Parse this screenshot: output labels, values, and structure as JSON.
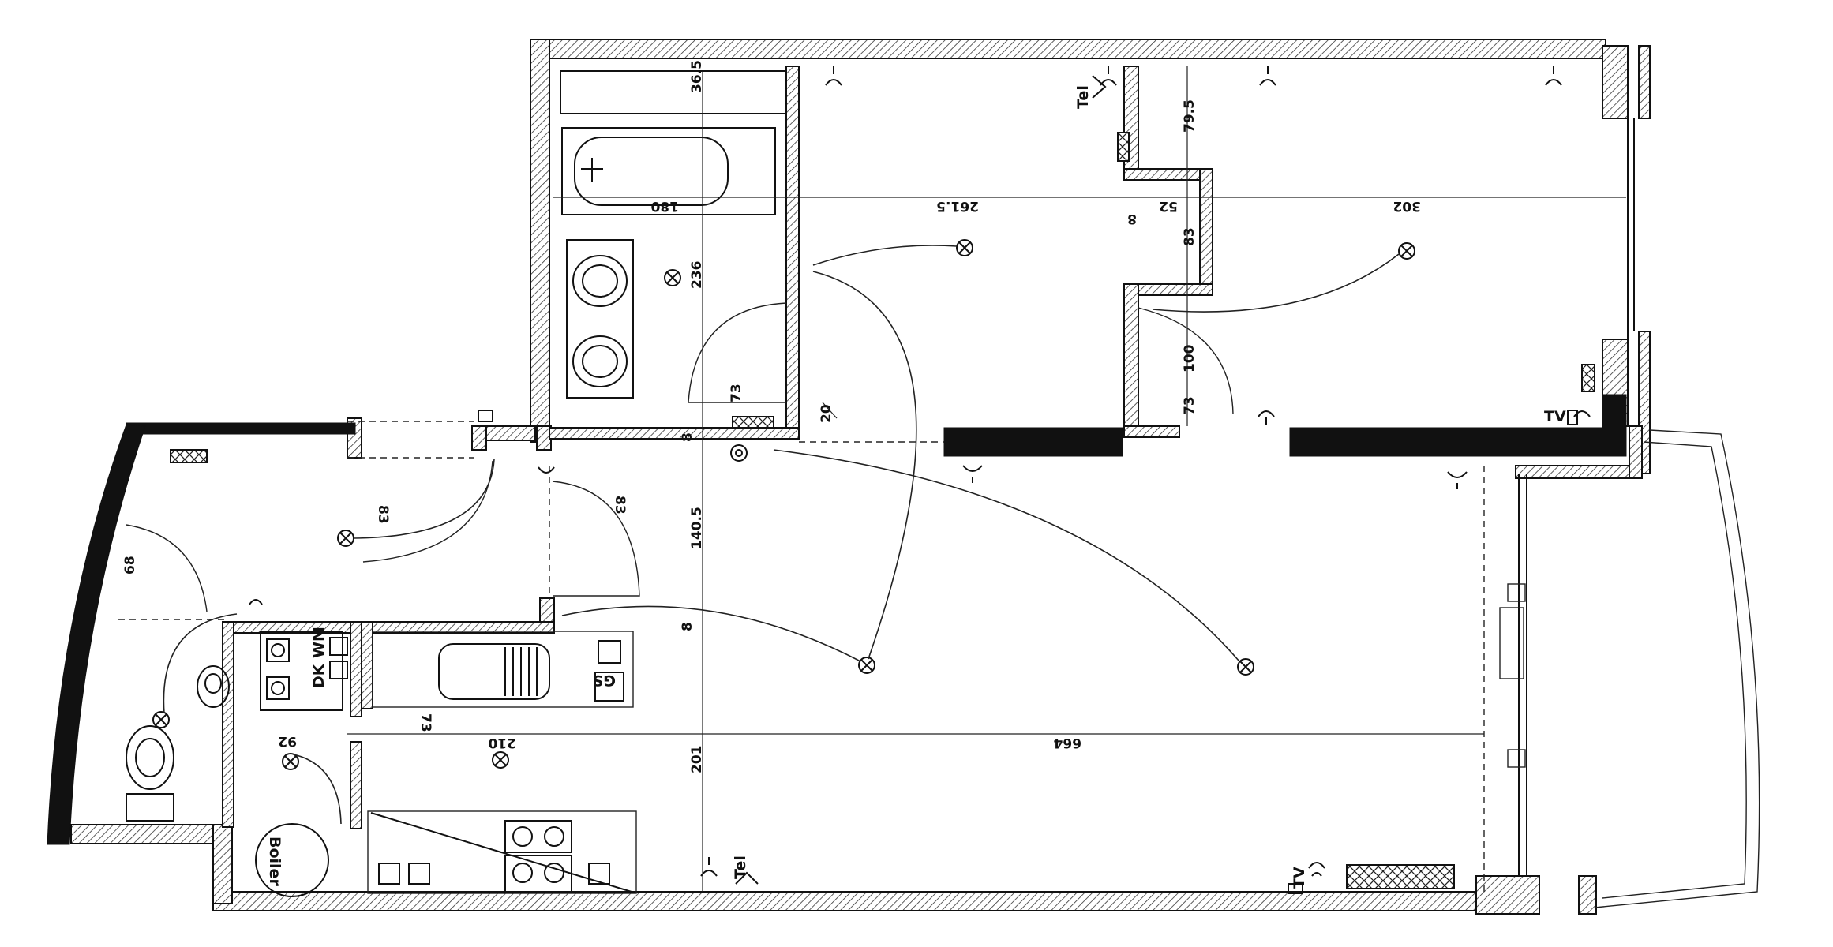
{
  "dimensions": {
    "d_36_5": "36.5",
    "d_180": "180",
    "d_261_5": "261.5",
    "d_79_5": "79.5",
    "d_302": "302",
    "d_52": "52",
    "d_83_a": "83",
    "d_236": "236",
    "d_100": "100",
    "d_73_a": "73",
    "d_73_b": "73",
    "d_20": "20",
    "d_8_a": "8",
    "d_8_b": "8",
    "d_83_b": "83",
    "d_83_c": "83",
    "d_68": "68",
    "d_140_5": "140.5",
    "d_8_c": "8",
    "d_73_c": "73",
    "d_92": "92",
    "d_210": "210",
    "d_201": "201",
    "d_664": "664"
  },
  "labels": {
    "tel_top": "Tel",
    "tel_bottom": "Tel",
    "tv_right": "TV",
    "tv_bottom": "TV",
    "dk": "DK",
    "wm": "WM",
    "gs": "GS",
    "boiler": "Boiler"
  }
}
